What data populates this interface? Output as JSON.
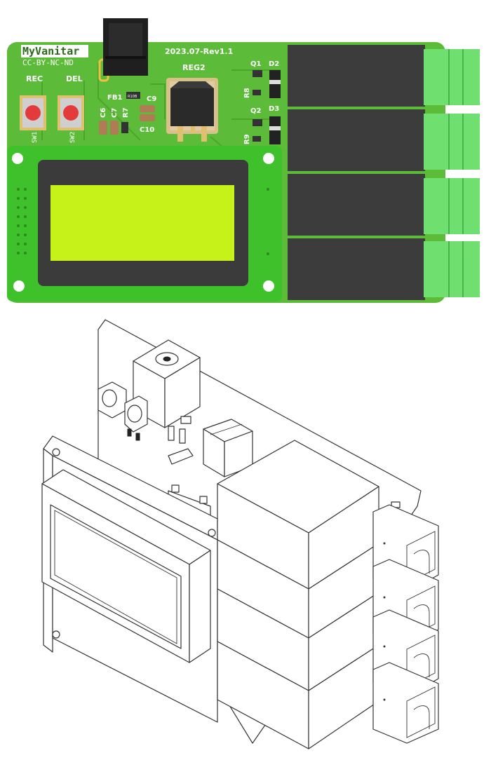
{
  "board": {
    "title": "MyVanitar",
    "license": "CC-BY-NC-ND",
    "revision": "2023.07-Rev1.1"
  },
  "colors": {
    "pcb": "#5dbb3a",
    "pcb_dark": "#4aa52a",
    "lcd_pcb": "#3fc12b",
    "lcd_bezel": "#3b3b3b",
    "lcd_screen": "#c6f21a",
    "relay": "#3c3c3c",
    "terminal": "#6fe070",
    "button": "#e33b3b"
  },
  "buttons": [
    {
      "label": "REC",
      "ref": "SW1"
    },
    {
      "label": "DEL",
      "ref": "SW2"
    }
  ],
  "designators": {
    "regulator": "REG2",
    "ferrite": "FB1",
    "ferrite_body": "R10B",
    "caps": [
      "C6",
      "C7",
      "C9",
      "C10"
    ],
    "resistors": [
      "R7",
      "R8",
      "R9"
    ],
    "transistors": [
      "Q1",
      "Q2"
    ],
    "diodes": [
      "D2",
      "D3"
    ]
  },
  "relay_count": 4,
  "terminal_count": 4
}
